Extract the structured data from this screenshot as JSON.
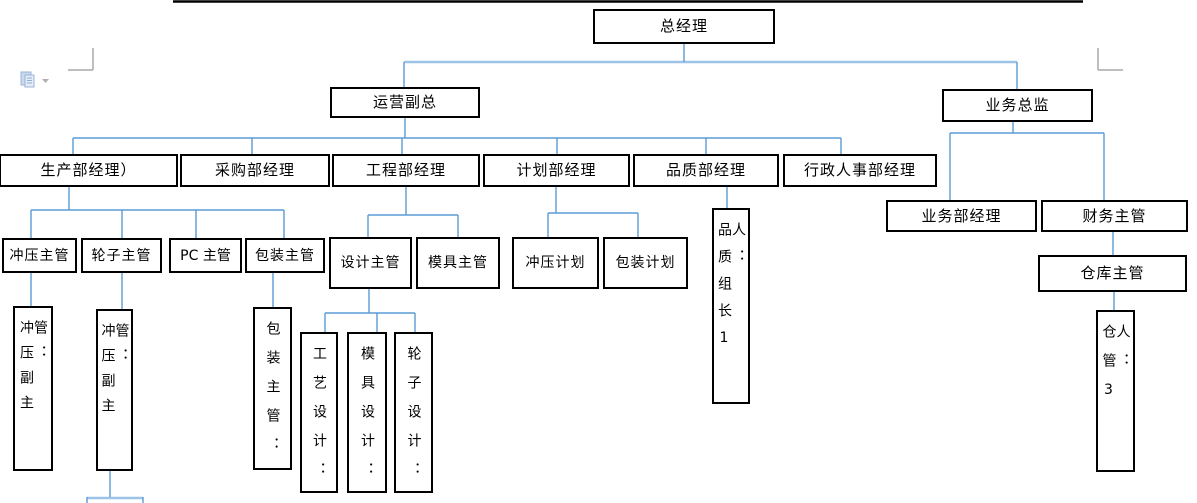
{
  "document": {
    "type": "org-chart",
    "background": "#ffffff"
  },
  "colors": {
    "box_border": "#000000",
    "connector_blue": "#5b9bd5",
    "connector_highlight": "#9dc3e6",
    "corner_mark_gray": "#a8a8a8",
    "paste_icon_blue": "#b9cde8"
  },
  "icons": {
    "paste_options": "clipboard-paste-icon",
    "dropdown_arrow": "▾"
  },
  "nodes": {
    "gm": {
      "label": "总经理"
    },
    "ops_vp": {
      "label": "运营副总"
    },
    "biz_director": {
      "label": "业务总监"
    },
    "production_mgr": {
      "label": "生产部经理）"
    },
    "purchasing_mgr": {
      "label": "采购部经理"
    },
    "engineering_mgr": {
      "label": "工程部经理"
    },
    "planning_mgr": {
      "label": "计划部经理"
    },
    "quality_mgr": {
      "label": "品质部经理"
    },
    "admin_hr_mgr": {
      "label": "行政人事部经理"
    },
    "biz_dept_mgr": {
      "label": "业务部经理"
    },
    "finance_sup": {
      "label": "财务主管"
    },
    "warehouse_sup": {
      "label": "仓库主管"
    },
    "stamping_sup": {
      "label": "冲压主管"
    },
    "wheel_sup": {
      "label": "轮子主管"
    },
    "pc_sup": {
      "label": "PC 主管"
    },
    "packaging_sup": {
      "label": "包装主管"
    },
    "design_sup": {
      "label": "设计主管"
    },
    "mold_sup": {
      "label": "模具主管"
    },
    "stamping_plan": {
      "label": "冲压计划"
    },
    "packaging_plan": {
      "label": "包装计划"
    },
    "quality_leader": {
      "label": "品质组长1人："
    },
    "stamping_deputy_1": {
      "label": "冲压副主管："
    },
    "stamping_deputy_2": {
      "label": "冲压副主管："
    },
    "packaging_sup_v": {
      "label": "包装主管："
    },
    "process_design": {
      "label": "工艺设计："
    },
    "mold_design": {
      "label": "模具设计："
    },
    "wheel_design": {
      "label": "轮子设计："
    },
    "warehouse_keeper": {
      "label": "仓管3人："
    }
  }
}
